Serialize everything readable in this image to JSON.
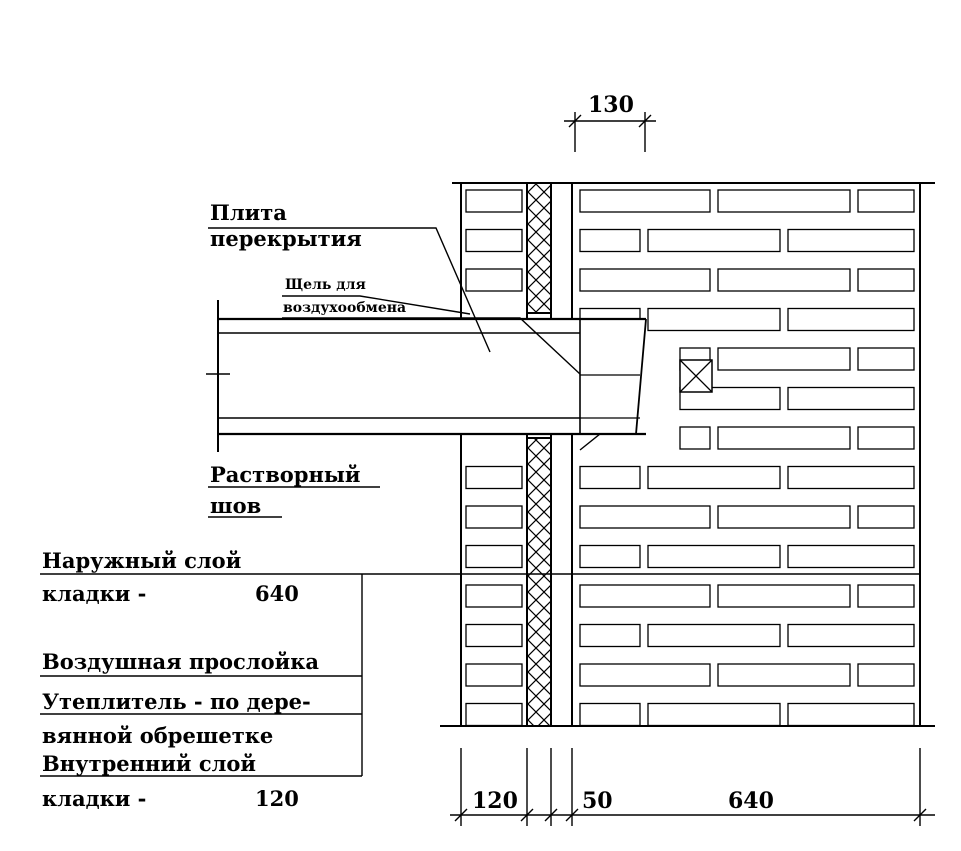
{
  "labels": {
    "slab": [
      "Плита",
      "перекрытия"
    ],
    "gap": [
      "Щель для",
      "воздухообмена"
    ],
    "mortar": [
      "Растворный",
      "шов"
    ],
    "outer_layer": [
      "Наружный слой",
      "кладки -",
      "640"
    ],
    "air_gap": "Воздушная прослойка",
    "insulation": [
      "Утеплитель - по дере-",
      "вянной обрешетке"
    ],
    "inner_layer": [
      "Внутренний слой",
      "кладки -",
      "120"
    ]
  },
  "dimensions": {
    "top": "130",
    "bottom_inner": "120",
    "bottom_gap": "50",
    "bottom_outer": "640"
  }
}
